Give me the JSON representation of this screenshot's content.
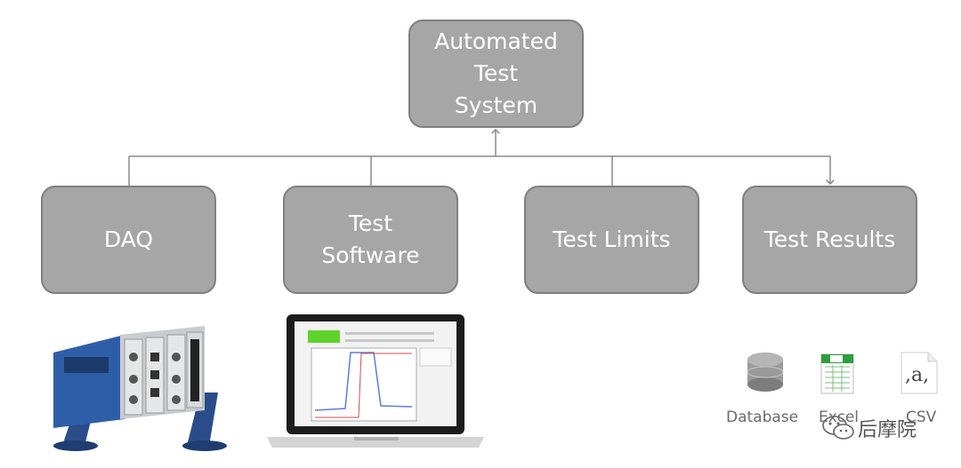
{
  "diagram": {
    "root": "Automated\nTest\nSystem",
    "children": [
      "DAQ",
      "Test\nSoftware",
      "Test Limits",
      "Test Results"
    ]
  },
  "icons": {
    "database_label": "Database",
    "excel_label": "Excel",
    "csv_label": "CSV"
  },
  "watermark": "后摩院",
  "colors": {
    "box_fill": "#a6a6a6",
    "box_border": "#7f7f7f",
    "line": "#8a8a8a",
    "text": "#ffffff"
  }
}
